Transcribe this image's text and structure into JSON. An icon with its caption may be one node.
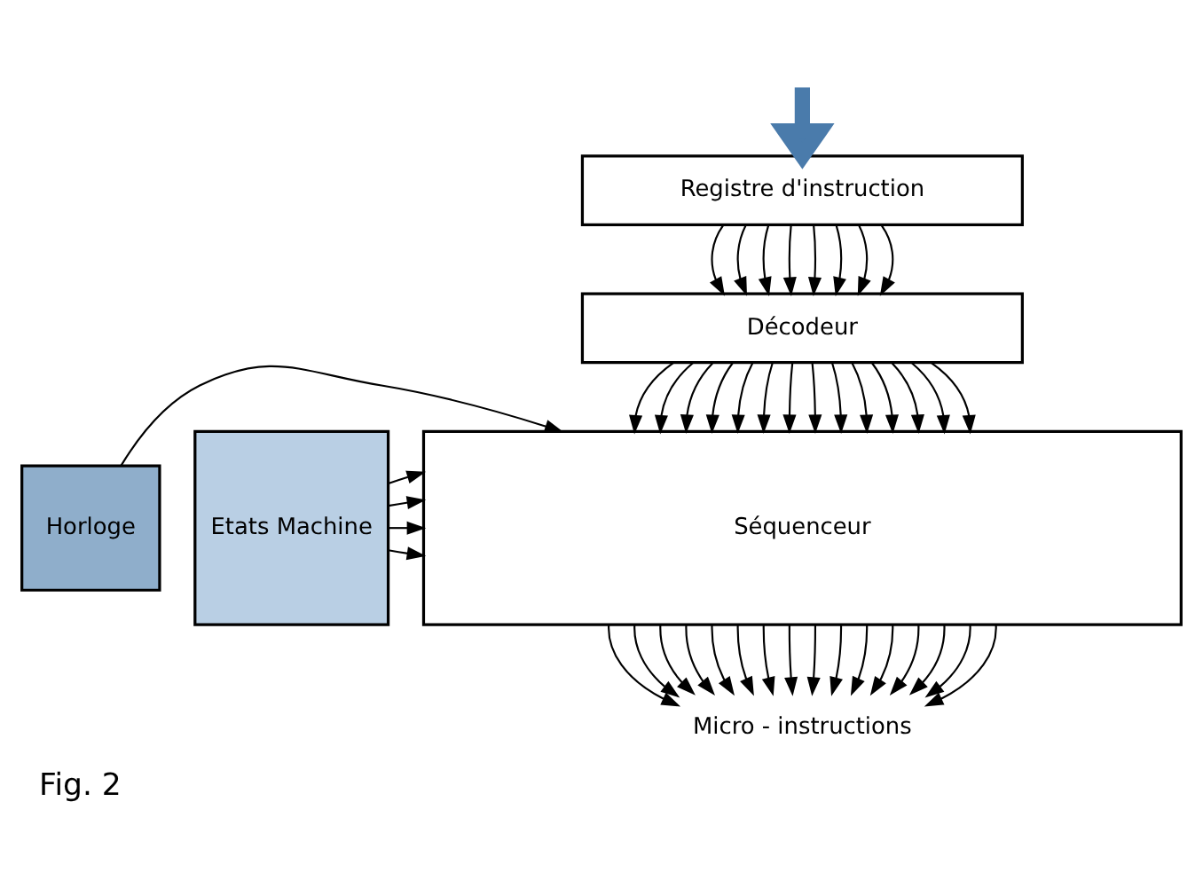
{
  "diagram": {
    "caption": "Fig. 2",
    "nodes": [
      {
        "text": [
          "Registre d'instruction"
        ]
      },
      {
        "text": [
          "Décodeur"
        ]
      },
      {
        "text": [
          "Séquenceur"
        ]
      },
      {
        "text": [
          "Etats Machine"
        ]
      },
      {
        "text": [
          "Horloge"
        ]
      },
      {
        "text": [
          "Micro - instructions"
        ]
      }
    ],
    "edges": [
      {
        "from": null,
        "to": 0,
        "arrow": "to",
        "style": "thick",
        "color": "#4a7bab"
      },
      {
        "from": 0,
        "to": 1,
        "arrow": "to"
      },
      {
        "from": 0,
        "to": 1,
        "arrow": "to"
      },
      {
        "from": 0,
        "to": 1,
        "arrow": "to"
      },
      {
        "from": 0,
        "to": 1,
        "arrow": "to"
      },
      {
        "from": 0,
        "to": 1,
        "arrow": "to"
      },
      {
        "from": 0,
        "to": 1,
        "arrow": "to"
      },
      {
        "from": 0,
        "to": 1,
        "arrow": "to"
      },
      {
        "from": 0,
        "to": 1,
        "arrow": "to"
      },
      {
        "from": 1,
        "to": 2,
        "arrow": "to"
      },
      {
        "from": 1,
        "to": 2,
        "arrow": "to"
      },
      {
        "from": 1,
        "to": 2,
        "arrow": "to"
      },
      {
        "from": 1,
        "to": 2,
        "arrow": "to"
      },
      {
        "from": 1,
        "to": 2,
        "arrow": "to"
      },
      {
        "from": 1,
        "to": 2,
        "arrow": "to"
      },
      {
        "from": 1,
        "to": 2,
        "arrow": "to"
      },
      {
        "from": 1,
        "to": 2,
        "arrow": "to"
      },
      {
        "from": 1,
        "to": 2,
        "arrow": "to"
      },
      {
        "from": 1,
        "to": 2,
        "arrow": "to"
      },
      {
        "from": 1,
        "to": 2,
        "arrow": "to"
      },
      {
        "from": 1,
        "to": 2,
        "arrow": "to"
      },
      {
        "from": 1,
        "to": 2,
        "arrow": "to"
      },
      {
        "from": 1,
        "to": 2,
        "arrow": "to"
      },
      {
        "from": 3,
        "to": 2,
        "arrow": "to"
      },
      {
        "from": 3,
        "to": 2,
        "arrow": "to"
      },
      {
        "from": 3,
        "to": 2,
        "arrow": "to"
      },
      {
        "from": 3,
        "to": 2,
        "arrow": "to"
      },
      {
        "from": 4,
        "to": 2,
        "arrow": "to"
      },
      {
        "from": 2,
        "to": 5,
        "arrow": "to"
      },
      {
        "from": 2,
        "to": 5,
        "arrow": "to"
      },
      {
        "from": 2,
        "to": 5,
        "arrow": "to"
      },
      {
        "from": 2,
        "to": 5,
        "arrow": "to"
      },
      {
        "from": 2,
        "to": 5,
        "arrow": "to"
      },
      {
        "from": 2,
        "to": 5,
        "arrow": "to"
      },
      {
        "from": 2,
        "to": 5,
        "arrow": "to"
      },
      {
        "from": 2,
        "to": 5,
        "arrow": "to"
      },
      {
        "from": 2,
        "to": 5,
        "arrow": "to"
      },
      {
        "from": 2,
        "to": 5,
        "arrow": "to"
      },
      {
        "from": 2,
        "to": 5,
        "arrow": "to"
      },
      {
        "from": 2,
        "to": 5,
        "arrow": "to"
      },
      {
        "from": 2,
        "to": 5,
        "arrow": "to"
      },
      {
        "from": 2,
        "to": 5,
        "arrow": "to"
      },
      {
        "from": 2,
        "to": 5,
        "arrow": "to"
      },
      {
        "from": 2,
        "to": 5,
        "arrow": "to"
      }
    ]
  }
}
